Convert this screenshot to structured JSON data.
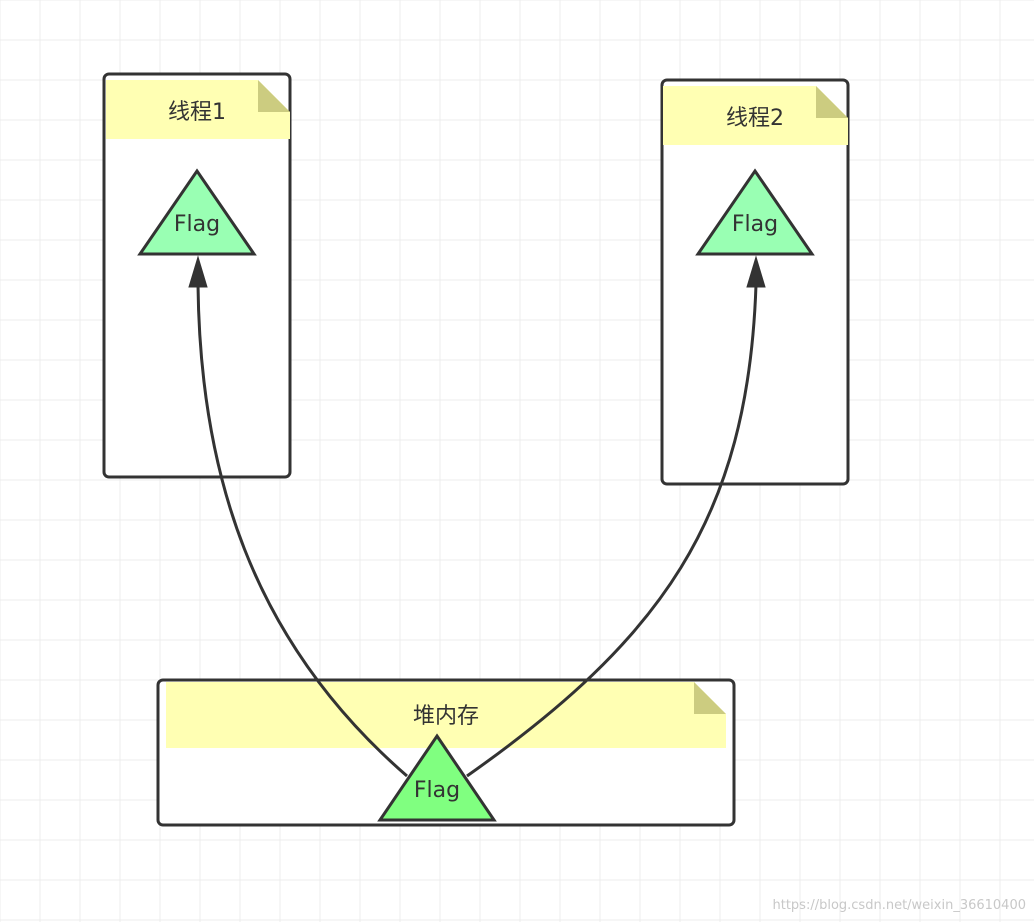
{
  "colors": {
    "grid_line": "#ececec",
    "frame_stroke": "#333333",
    "note_fill": "#ffffb3",
    "note_fold": "#cccc80",
    "flag_thread_fill": "#99ffb3",
    "flag_heap_fill": "#80ff80",
    "watermark": "#c8c8c8"
  },
  "threads": [
    {
      "title": "线程1",
      "flag_label": "Flag"
    },
    {
      "title": "线程2",
      "flag_label": "Flag"
    }
  ],
  "heap": {
    "title": "堆内存",
    "flag_label": "Flag"
  },
  "watermark": "https://blog.csdn.net/weixin_36610400"
}
